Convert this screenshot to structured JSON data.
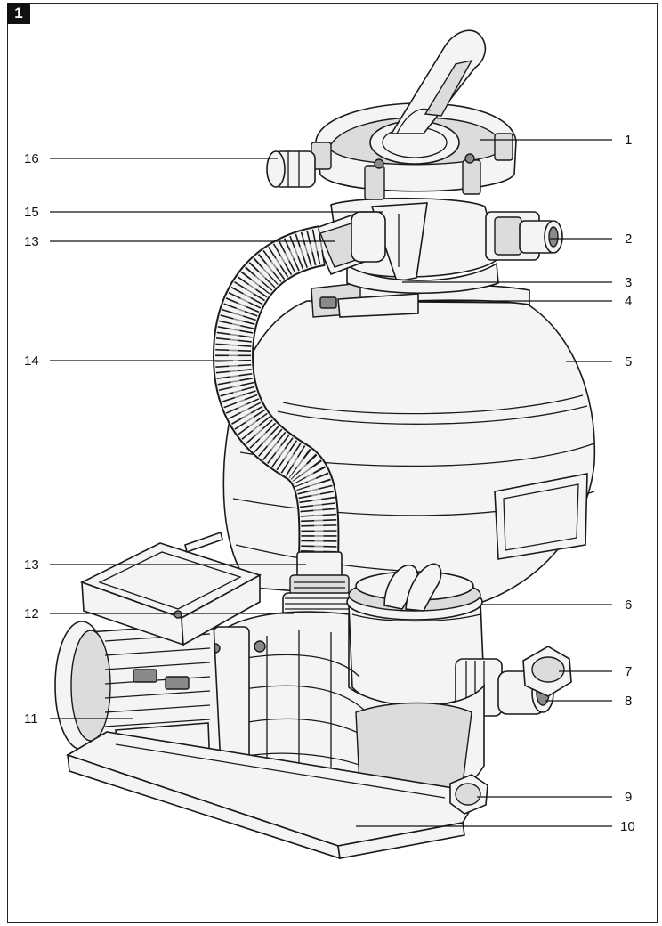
{
  "figure": {
    "number": "1"
  },
  "callouts": [
    {
      "id": "c1",
      "label": "1"
    },
    {
      "id": "c2",
      "label": "2"
    },
    {
      "id": "c3",
      "label": "3"
    },
    {
      "id": "c4",
      "label": "4"
    },
    {
      "id": "c5",
      "label": "5"
    },
    {
      "id": "c6",
      "label": "6"
    },
    {
      "id": "c7",
      "label": "7"
    },
    {
      "id": "c8",
      "label": "8"
    },
    {
      "id": "c9",
      "label": "9"
    },
    {
      "id": "c10",
      "label": "10"
    },
    {
      "id": "c11",
      "label": "11"
    },
    {
      "id": "c12",
      "label": "12"
    },
    {
      "id": "c13a",
      "label": "13"
    },
    {
      "id": "c13b",
      "label": "13"
    },
    {
      "id": "c14",
      "label": "14"
    },
    {
      "id": "c15",
      "label": "15"
    },
    {
      "id": "c16",
      "label": "16"
    }
  ]
}
